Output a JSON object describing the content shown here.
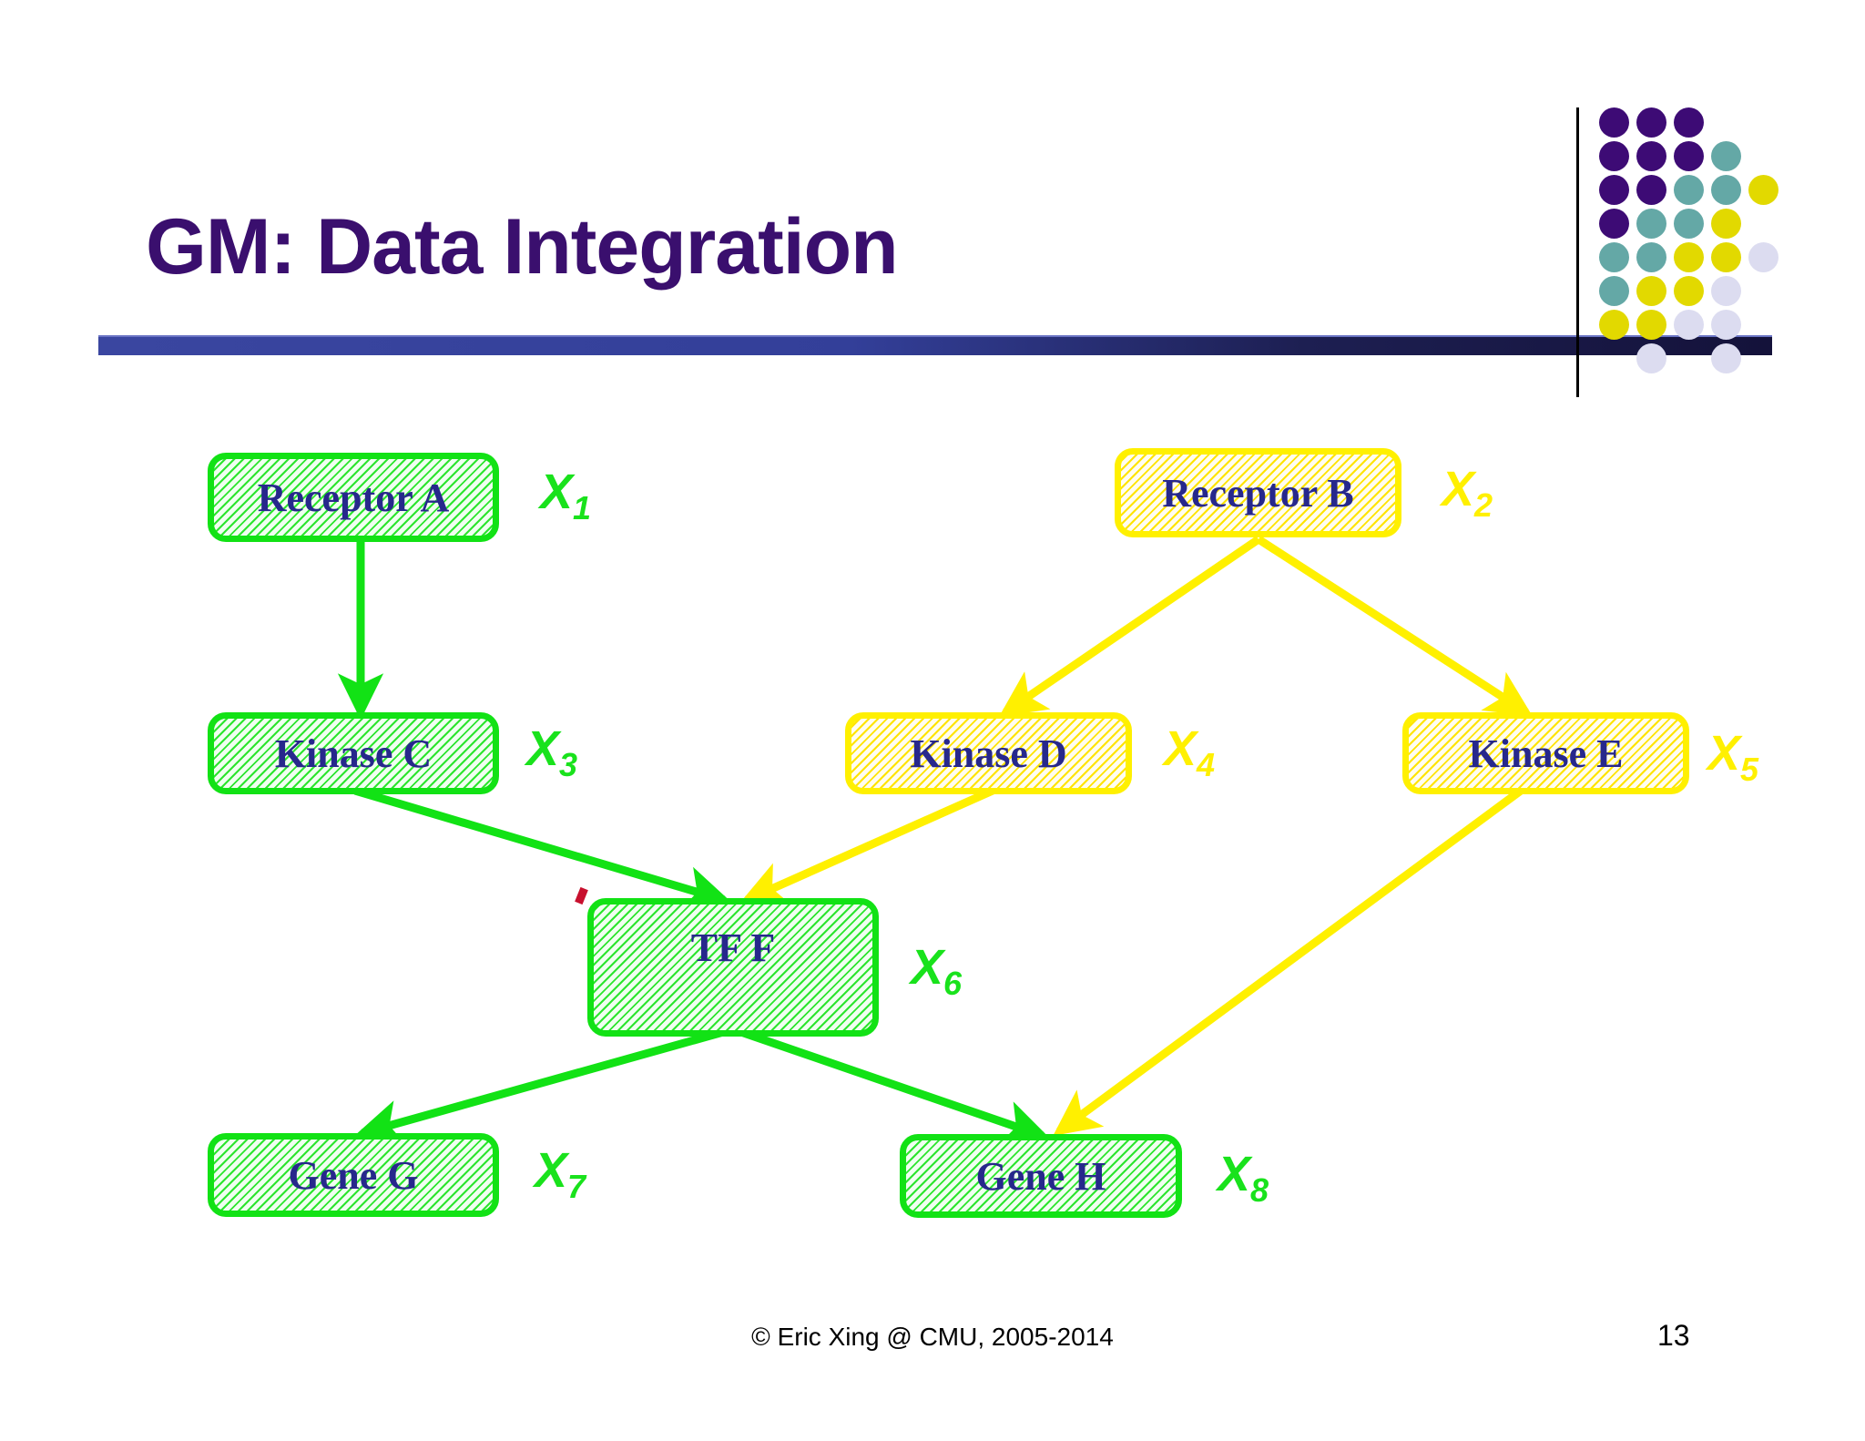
{
  "slide": {
    "title": "GM: Data Integration",
    "title_color": "#3a0f6e",
    "rule_color_left": "#333f99",
    "rule_color_right": "#14123a",
    "page_number": "13",
    "footer_credit": "© Eric Xing @ CMU, 2005-2014"
  },
  "logo": {
    "name": "cmu-dot-logo",
    "colors": {
      "purple": "#3d0b75",
      "teal": "#64a8a6",
      "yellow": "#e2d900",
      "lavender": "#dcdcf0"
    },
    "rows": [
      [
        "purple",
        "purple",
        "purple",
        "",
        ""
      ],
      [
        "purple",
        "purple",
        "purple",
        "teal",
        ""
      ],
      [
        "purple",
        "purple",
        "teal",
        "teal",
        "yellow"
      ],
      [
        "purple",
        "teal",
        "teal",
        "yellow",
        ""
      ],
      [
        "teal",
        "teal",
        "yellow",
        "yellow",
        "lavender"
      ],
      [
        "teal",
        "yellow",
        "yellow",
        "lavender",
        ""
      ],
      [
        "yellow",
        "yellow",
        "lavender",
        "lavender",
        ""
      ],
      [
        "",
        "lavender",
        "",
        "lavender",
        ""
      ]
    ]
  },
  "diagram": {
    "green_color": "#12e215",
    "yellow_color": "#fff000",
    "node_text_color": "#27288c",
    "nodes": [
      {
        "id": "receptor-a",
        "label": "Receptor A",
        "variable": "X",
        "subscript": "1",
        "color": "green"
      },
      {
        "id": "receptor-b",
        "label": "Receptor B",
        "variable": "X",
        "subscript": "2",
        "color": "yellow"
      },
      {
        "id": "kinase-c",
        "label": "Kinase C",
        "variable": "X",
        "subscript": "3",
        "color": "green"
      },
      {
        "id": "kinase-d",
        "label": "Kinase D",
        "variable": "X",
        "subscript": "4",
        "color": "yellow"
      },
      {
        "id": "kinase-e",
        "label": "Kinase E",
        "variable": "X",
        "subscript": "5",
        "color": "yellow"
      },
      {
        "id": "tf-f",
        "label": "TF F",
        "variable": "X",
        "subscript": "6",
        "color": "green"
      },
      {
        "id": "gene-g",
        "label": "Gene G",
        "variable": "X",
        "subscript": "7",
        "color": "green"
      },
      {
        "id": "gene-h",
        "label": "Gene H",
        "variable": "X",
        "subscript": "8",
        "color": "green"
      }
    ],
    "edges": [
      {
        "from": "receptor-a",
        "to": "kinase-c",
        "color": "green"
      },
      {
        "from": "receptor-b",
        "to": "kinase-d",
        "color": "yellow"
      },
      {
        "from": "receptor-b",
        "to": "kinase-e",
        "color": "yellow"
      },
      {
        "from": "kinase-c",
        "to": "tf-f",
        "color": "green"
      },
      {
        "from": "kinase-d",
        "to": "tf-f",
        "color": "yellow"
      },
      {
        "from": "kinase-e",
        "to": "gene-h",
        "color": "yellow"
      },
      {
        "from": "tf-f",
        "to": "gene-g",
        "color": "green"
      },
      {
        "from": "tf-f",
        "to": "gene-h",
        "color": "green"
      }
    ]
  }
}
